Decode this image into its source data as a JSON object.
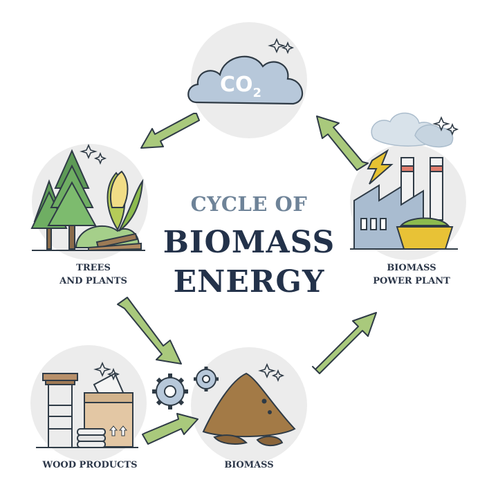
{
  "title": {
    "line1": "CYCLE OF",
    "line2": "BIOMASS",
    "line3": "ENERGY"
  },
  "nodes": {
    "co2": {
      "label_main": "CO",
      "label_sub": "2"
    },
    "trees": {
      "label_line1": "TREES",
      "label_line2": "AND PLANTS"
    },
    "power_plant": {
      "label_line1": "BIOMASS",
      "label_line2": "POWER PLANT"
    },
    "wood_products": {
      "label": "WOOD PRODUCTS"
    },
    "biomass": {
      "label": "BIOMASS"
    }
  },
  "colors": {
    "arrow_fill": "#a9c97c",
    "arrow_stroke": "#2f3b46",
    "node_bg": "#ececec",
    "cloud": "#b7c8da",
    "title_light": "#6e8398",
    "title_dark": "#23324a"
  }
}
